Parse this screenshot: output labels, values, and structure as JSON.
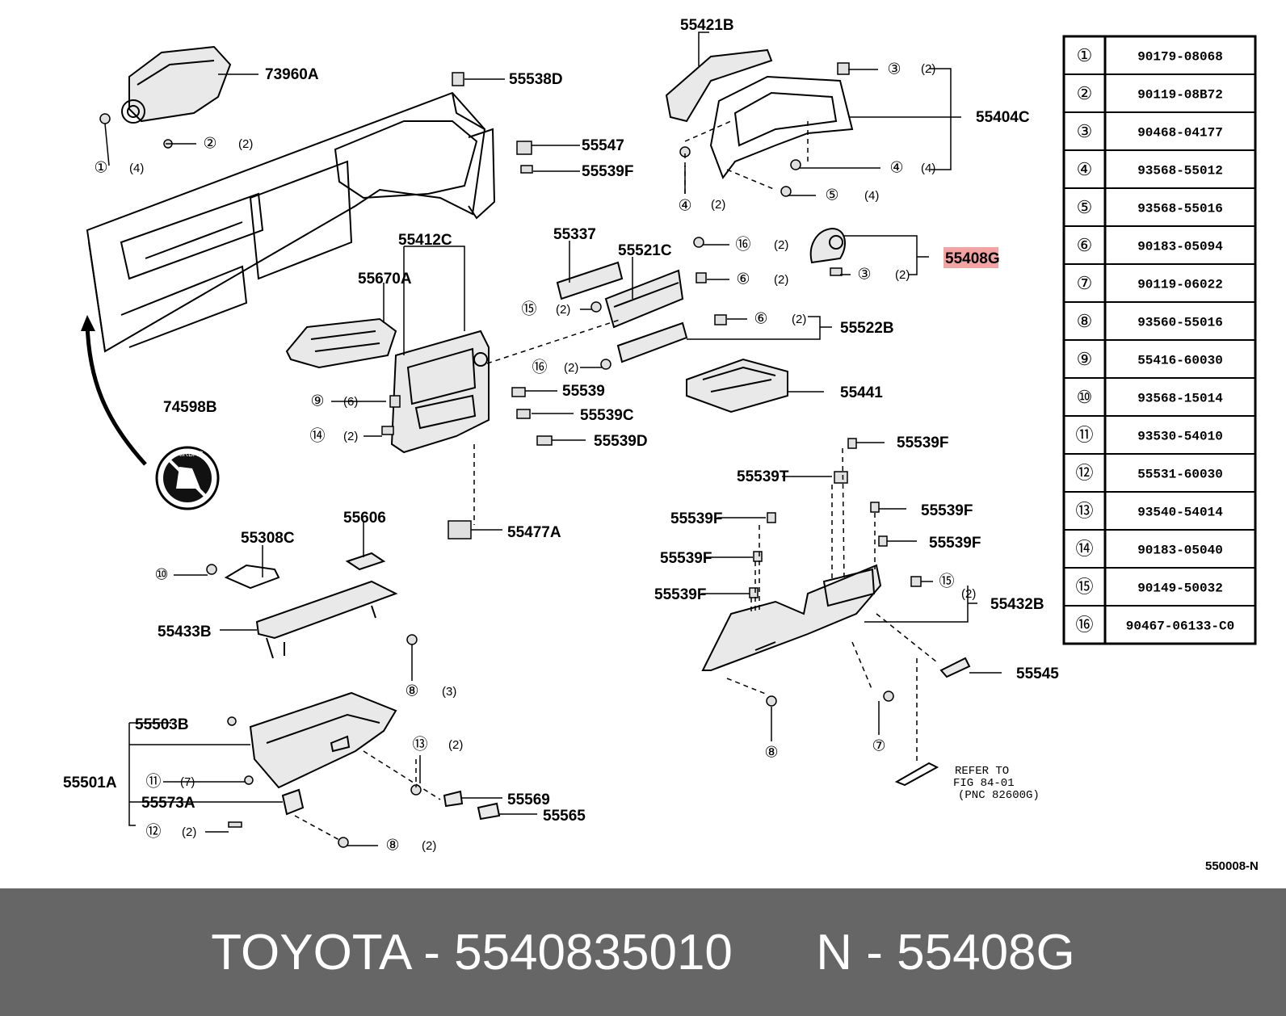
{
  "footer": {
    "text": "TOYOTA - 5540835010      N - 55408G"
  },
  "ref_table": [
    {
      "key": "①",
      "value": "90179-08068"
    },
    {
      "key": "②",
      "value": "90119-08B72"
    },
    {
      "key": "③",
      "value": "90468-04177"
    },
    {
      "key": "④",
      "value": "93568-55012"
    },
    {
      "key": "⑤",
      "value": "93568-55016"
    },
    {
      "key": "⑥",
      "value": "90183-05094"
    },
    {
      "key": "⑦",
      "value": "90119-06022"
    },
    {
      "key": "⑧",
      "value": "93560-55016"
    },
    {
      "key": "⑨",
      "value": "55416-60030"
    },
    {
      "key": "⑩",
      "value": "93568-15014"
    },
    {
      "key": "⑪",
      "value": "93530-54010"
    },
    {
      "key": "⑫",
      "value": "55531-60030"
    },
    {
      "key": "⑬",
      "value": "93540-54014"
    },
    {
      "key": "⑭",
      "value": "90183-05040"
    },
    {
      "key": "⑮",
      "value": "90149-50032"
    },
    {
      "key": "⑯",
      "value": "90467-06133-C0"
    }
  ],
  "labels": {
    "p73960A": "73960A",
    "p55538D": "55538D",
    "p55547": "55547",
    "p55539F_top": "55539F",
    "p55421B": "55421B",
    "p55404C": "55404C",
    "p55408G": "55408G",
    "p55412C": "55412C",
    "p55670A": "55670A",
    "p55337": "55337",
    "p55521C": "55521C",
    "p55522B": "55522B",
    "p55441": "55441",
    "p74598B": "74598B",
    "p55539": "55539",
    "p55539C": "55539C",
    "p55539D": "55539D",
    "p55477A": "55477A",
    "p55308C": "55308C",
    "p55606": "55606",
    "p55433B": "55433B",
    "p55503B": "55503B",
    "p55501A": "55501A",
    "p55573A": "55573A",
    "p55569": "55569",
    "p55565": "55565",
    "p55539F_a": "55539F",
    "p55539T": "55539T",
    "p55539F_b": "55539F",
    "p55539F_c": "55539F",
    "p55539F_d": "55539F",
    "p55539F_e": "55539F",
    "p55539F_f": "55539F",
    "p55432B": "55432B",
    "p55545": "55545",
    "refer_line1": "REFER TO",
    "refer_line2": "FIG 84-01",
    "refer_line3": "(PNC 82600G)",
    "figure_code": "550008-N"
  },
  "callouts": {
    "c1": "①",
    "c2": "②",
    "c3a": "③",
    "c3b": "③",
    "c4a": "④",
    "c4b": "④",
    "c5": "⑤",
    "c16a": "⑯",
    "c6a": "⑥",
    "c6b": "⑥",
    "c15a": "⑮",
    "c16b": "⑯",
    "c9": "⑨",
    "c14": "⑭",
    "c10": "⑩",
    "c8a": "⑧",
    "c13": "⑬",
    "c11": "⑪",
    "c12": "⑫",
    "c8b": "⑧",
    "c15b": "⑮",
    "c8c": "⑧",
    "c7": "⑦"
  },
  "quantities": {
    "q1": "(4)",
    "q2": "(2)",
    "q3a": "(2)",
    "q4a": "(4)",
    "q4b": "(2)",
    "q5": "(4)",
    "q16a": "(2)",
    "q6a": "(2)",
    "q3b": "(2)",
    "q15a": "(2)",
    "q6b": "(2)",
    "q16b": "(2)",
    "q9": "(6)",
    "q14": "(2)",
    "q8a": "(3)",
    "q13": "(2)",
    "q11": "(7)",
    "q12": "(2)",
    "q8b": "(2)",
    "q15b": "(2)"
  },
  "colors": {
    "highlight": "#f4a3a3",
    "footer_bg": "#666666",
    "footer_text": "#ffffff"
  }
}
